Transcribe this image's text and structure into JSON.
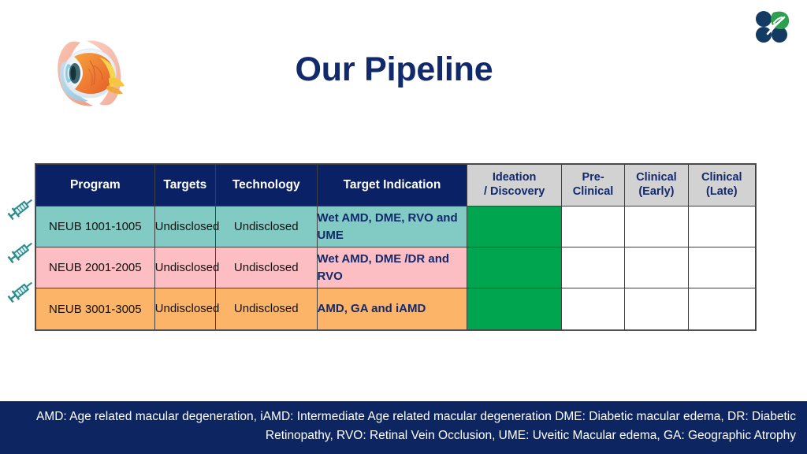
{
  "title": "Our Pipeline",
  "logos": {
    "eye_illustration": "eye-anatomy-icon",
    "corporate_mark": "company-logo-icon"
  },
  "markers": {
    "syringe_icon": "syringe-icon",
    "count": 3
  },
  "colors": {
    "navy_header": "#0A2265",
    "gray_header": "#D2D2D2",
    "title_navy": "#12296B",
    "stage_green": "#00A550",
    "row_teal": "#81CBC4",
    "row_pink": "#FCBDC3",
    "row_orange": "#FCB568",
    "footer_navy": "#0D2560"
  },
  "table": {
    "headers": {
      "program": "Program",
      "targets": "Targets",
      "technology": "Technology",
      "indication": "Target Indication",
      "stage_ideation_l1": "Ideation",
      "stage_ideation_l2": "/ Discovery",
      "stage_preclinical_l1": "Pre-",
      "stage_preclinical_l2": "Clinical",
      "stage_clinical_early_l1": "Clinical",
      "stage_clinical_early_l2": "(Early)",
      "stage_clinical_late_l1": "Clinical",
      "stage_clinical_late_l2": "(Late)"
    },
    "rows": [
      {
        "program": "NEUB 1001-1005",
        "targets": "Undisclosed",
        "technology": "Undisclosed",
        "indication": "Wet AMD, DME, RVO and UME",
        "stages": {
          "ideation": "filled",
          "preclinical": "empty",
          "clinical_early": "empty",
          "clinical_late": "empty"
        }
      },
      {
        "program": "NEUB 2001-2005",
        "targets": "Undisclosed",
        "technology": "Undisclosed",
        "indication": "Wet AMD, DME /DR and RVO",
        "stages": {
          "ideation": "filled",
          "preclinical": "empty",
          "clinical_early": "empty",
          "clinical_late": "empty"
        }
      },
      {
        "program": "NEUB 3001-3005",
        "targets": "Undisclosed",
        "technology": "Undisclosed",
        "indication": "AMD, GA and iAMD",
        "stages": {
          "ideation": "filled",
          "preclinical": "empty",
          "clinical_early": "empty",
          "clinical_late": "empty"
        }
      }
    ]
  },
  "footer": {
    "line1": "AMD: Age related macular degeneration, iAMD: Intermediate Age related macular degeneration DME: Diabetic macular edema, DR: Diabetic",
    "line2": "Retinopathy,  RVO: Retinal Vein Occlusion, UME: Uveitic Macular edema, GA: Geographic Atrophy"
  }
}
